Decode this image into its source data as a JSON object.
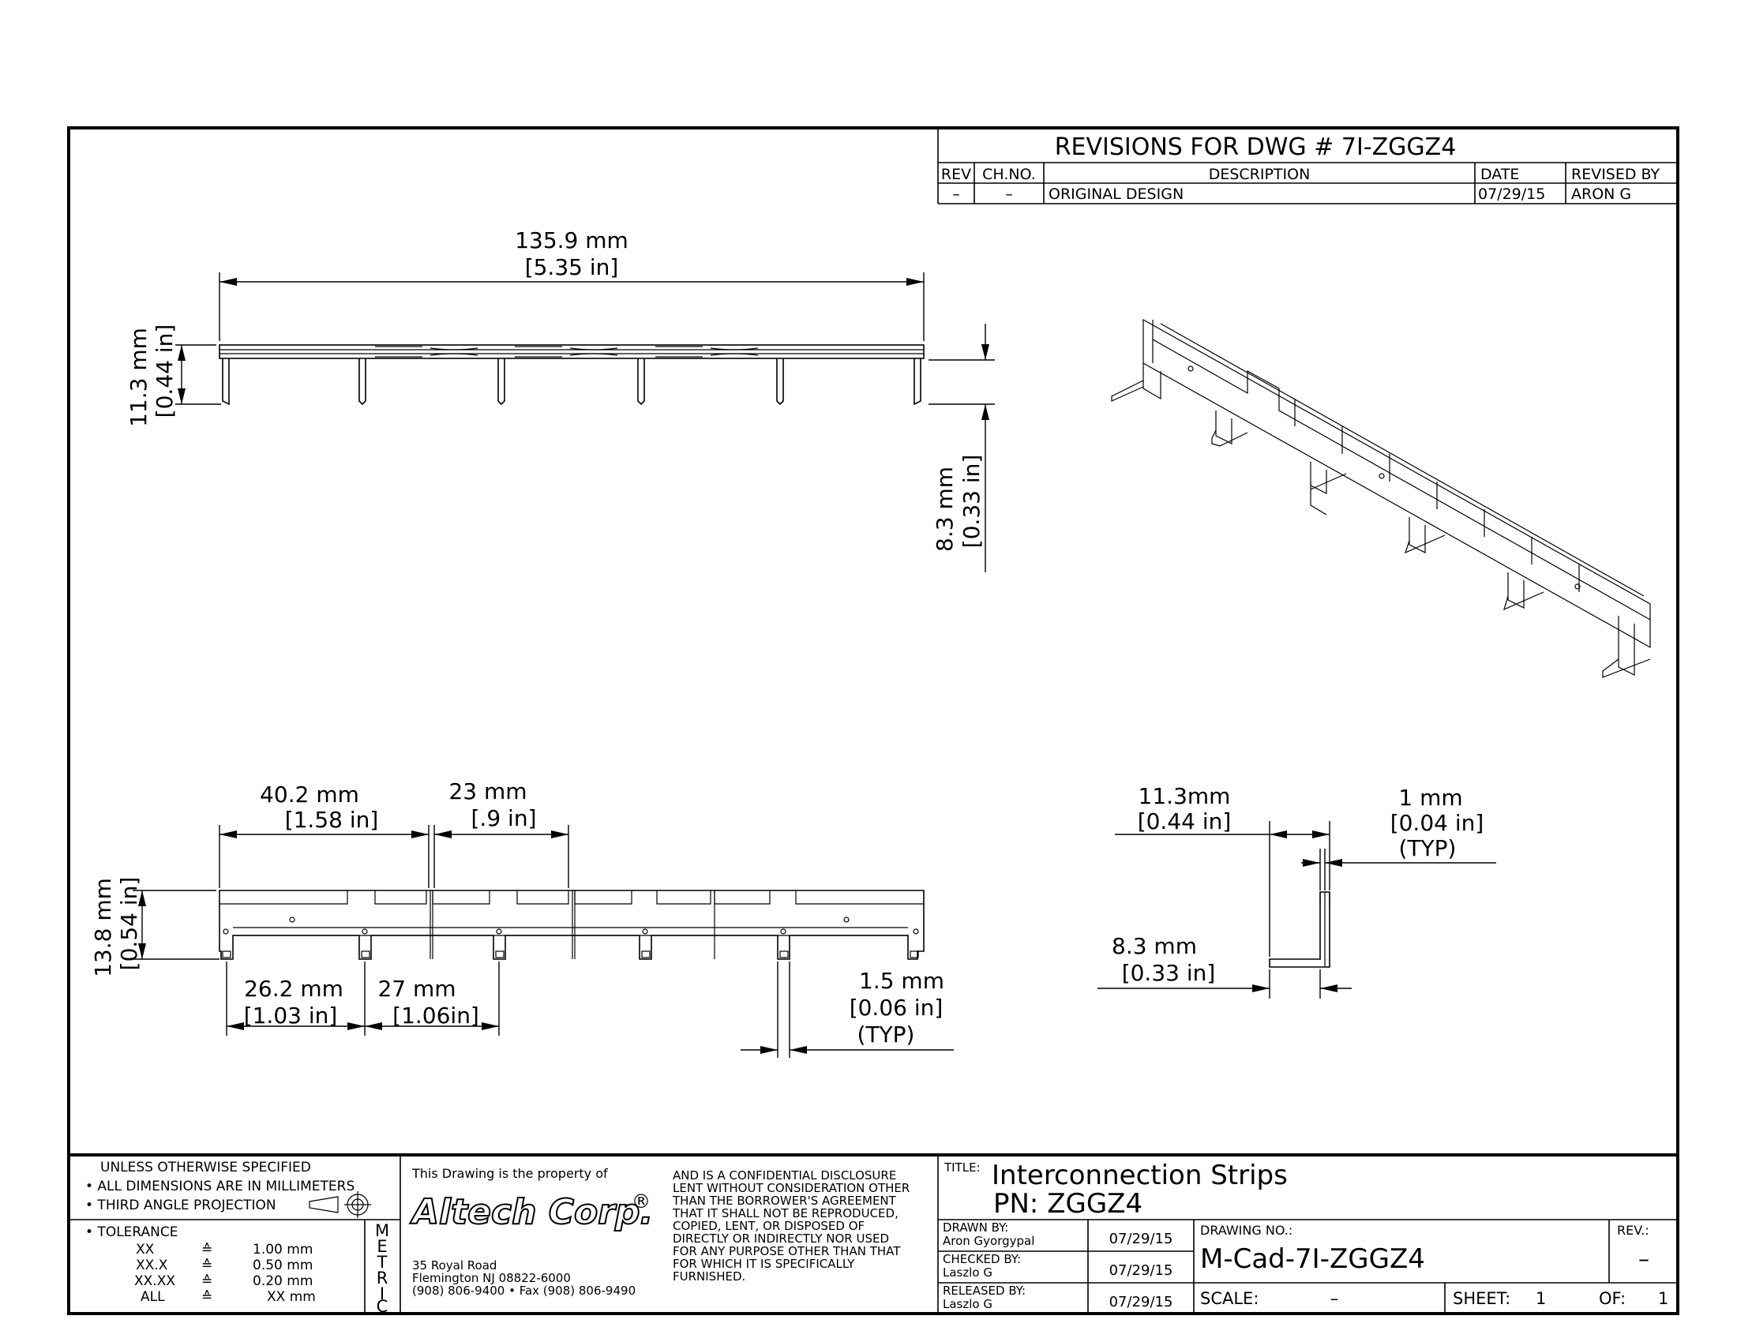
{
  "revisions": {
    "title": "REVISIONS FOR DWG # 7I-ZGGZ4",
    "headers": {
      "rev": "REV",
      "ch_no": "CH.NO.",
      "description": "DESCRIPTION",
      "date": "DATE",
      "revised_by": "REVISED BY"
    },
    "rows": [
      {
        "rev": "–",
        "ch_no": "–",
        "description": "ORIGINAL DESIGN",
        "date": "07/29/15",
        "revised_by": "ARON G"
      }
    ]
  },
  "top_view": {
    "length_mm": "135.9 mm",
    "length_in": "[5.35 in]",
    "height_mm": "11.3 mm",
    "height_in": "[0.44 in]",
    "pin_mm": "8.3 mm",
    "pin_in": "[0.33 in]"
  },
  "front_view": {
    "d1_mm": "40.2 mm",
    "d1_in": "[1.58 in]",
    "d2_mm": "23 mm",
    "d2_in": "[.9 in]",
    "height_mm": "13.8 mm",
    "height_in": "[0.54 in]",
    "d3_mm": "26.2 mm",
    "d3_in": "[1.03 in]",
    "d4_mm": "27 mm",
    "d4_in": "[1.06in]",
    "pin_mm": "1.5 mm",
    "pin_in": "[0.06 in]",
    "pin_typ": "(TYP)"
  },
  "side_view": {
    "height_mm": "11.3mm",
    "height_in": "[0.44 in]",
    "thick_mm": "1 mm",
    "thick_in": "[0.04 in]",
    "thick_typ": "(TYP)",
    "pin_mm": "8.3 mm",
    "pin_in": "[0.33 in]"
  },
  "notes": {
    "unless": "UNLESS OTHERWISE SPECIFIED",
    "dims": "• ALL DIMENSIONS ARE IN MILLIMETERS",
    "projection": "• THIRD ANGLE PROJECTION",
    "tolerance": "• TOLERANCE",
    "tol_rows": [
      {
        "k": "XX",
        "v": "1.00 mm"
      },
      {
        "k": "XX.X",
        "v": "0.50 mm"
      },
      {
        "k": "XX.XX",
        "v": "0.20 mm"
      },
      {
        "k": "ALL",
        "v": "XX mm"
      }
    ],
    "tol_symbol": "≙",
    "metric": [
      "M",
      "E",
      "T",
      "R",
      "I",
      "C"
    ]
  },
  "company": {
    "property": "This Drawing is the property of",
    "logo": "Altech Corp.",
    "registered": "®",
    "address1": "35 Royal Road",
    "address2": "Flemington NJ 08822-6000",
    "phone": "(908) 806-9400 • Fax (908) 806-9490",
    "disclosure": [
      "AND IS A CONFIDENTIAL DISCLOSURE",
      "LENT WITHOUT CONSIDERATION OTHER",
      "THAN THE BORROWER'S AGREEMENT",
      "THAT IT SHALL NOT BE REPRODUCED,",
      "COPIED, LENT, OR DISPOSED OF",
      "DIRECTLY OR INDIRECTLY NOR USED",
      "FOR ANY PURPOSE OTHER THAN THAT",
      "FOR WHICH IT IS SPECIFICALLY",
      "FURNISHED."
    ]
  },
  "title_block": {
    "title_label": "TITLE:",
    "title": "Interconnection Strips",
    "pn": "PN: ZGGZ4",
    "drawn_label": "DRAWN BY:",
    "drawn_name": "Aron Gyorgypal",
    "drawn_date": "07/29/15",
    "checked_label": "CHECKED BY:",
    "checked_name": "Laszlo G",
    "checked_date": "07/29/15",
    "released_label": "RELEASED BY:",
    "released_name": "Laszlo G",
    "released_date": "07/29/15",
    "drawing_no_label": "DRAWING NO.:",
    "drawing_no": "M-Cad-7I-ZGGZ4",
    "rev_label": "REV.:",
    "rev": "–",
    "scale_label": "SCALE:",
    "scale": "–",
    "sheet_label": "SHEET:",
    "sheet": "1",
    "of_label": "OF:",
    "of": "1"
  }
}
